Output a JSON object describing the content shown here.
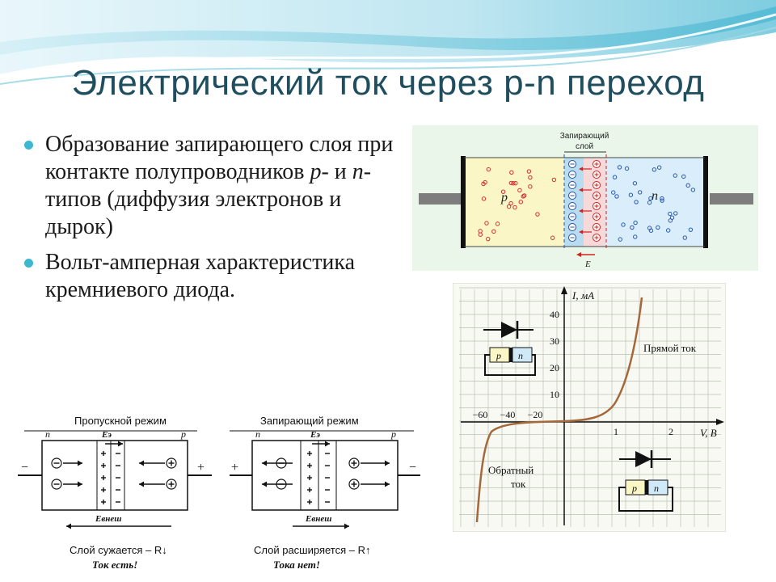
{
  "slide": {
    "title": "Электрический ток через p-n переход",
    "bullets": [
      {
        "parts": [
          "Образование запирающего слоя при контакте полупроводников ",
          "p",
          "- и ",
          "n",
          "-типов (диффузия электронов и дырок)"
        ]
      },
      {
        "parts": [
          "Вольт-амперная характеристика кремниевого диода."
        ]
      }
    ]
  },
  "junction": {
    "layer_label_line1": "Запирающий",
    "layer_label_line2": "слой",
    "p_label": "p",
    "n_label": "n",
    "field_label": "E"
  },
  "vac": {
    "y_axis_label": "I, мА",
    "x_axis_label": "V, В",
    "y_ticks": [
      "40",
      "30",
      "20",
      "10"
    ],
    "x_ticks_neg": [
      "−60",
      "−40",
      "−20"
    ],
    "x_ticks_pos": [
      "1",
      "2"
    ],
    "forward_label": "Прямой ток",
    "reverse_label_line1": "Обратный",
    "reverse_label_line2": "ток",
    "p_label": "p",
    "n_label": "n"
  },
  "modes": {
    "forward_title": "Пропускной режим",
    "reverse_title": "Запирающий режим",
    "n_label": "n",
    "p_label": "p",
    "e_label": "Eэ",
    "e_ext_label": "Eвнеш",
    "forward_caption_line1": "Слой сужается – R↓",
    "forward_caption_line2": "Ток есть!",
    "reverse_caption_line1": "Слой расширяется – R↑",
    "reverse_caption_line2": "Тока нет!",
    "minus": "−",
    "plus": "+"
  },
  "colors": {
    "title": "#1f4e5f",
    "bullet": "#3eb8cf",
    "p_region": "#fbf6c6",
    "n_region": "#d9eefa",
    "curve": "#a5683a"
  }
}
